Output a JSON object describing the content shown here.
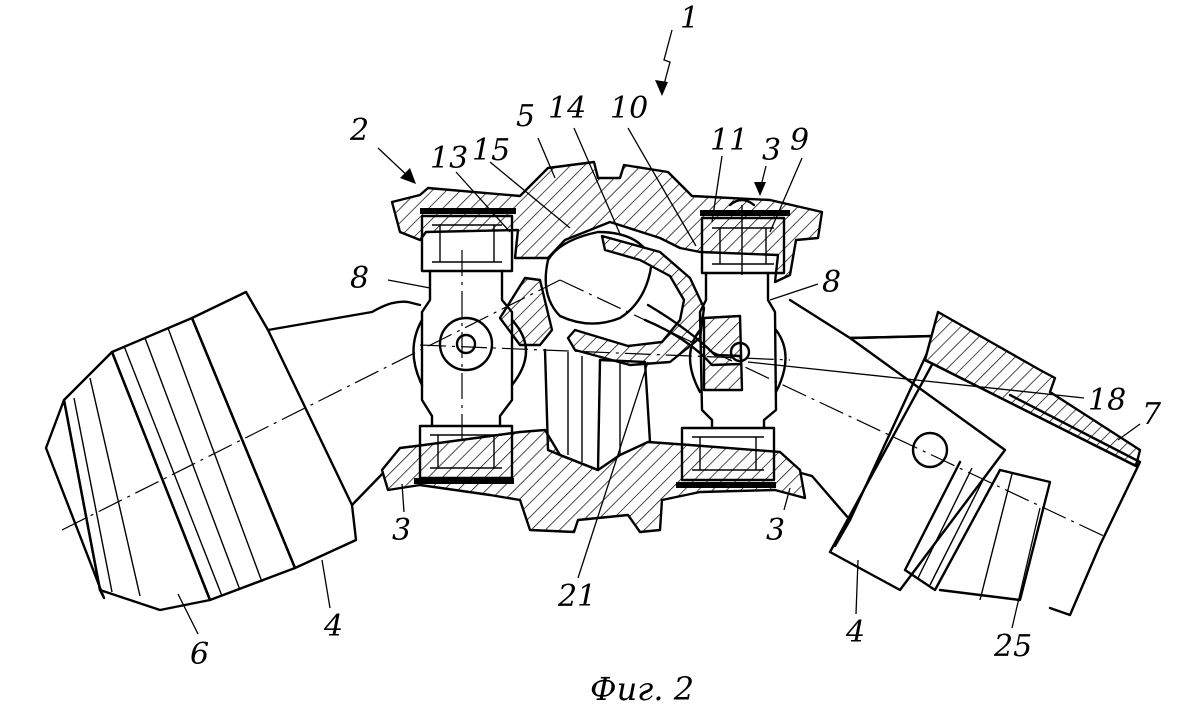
{
  "caption": "Фиг. 2",
  "labels": {
    "l1": "1",
    "l2": "2",
    "l3a": "3",
    "l3b": "3",
    "l3c": "3",
    "l4a": "4",
    "l4b": "4",
    "l5": "5",
    "l6": "6",
    "l7": "7",
    "l8a": "8",
    "l8b": "8",
    "l9": "9",
    "l10": "10",
    "l11": "11",
    "l13": "13",
    "l14": "14",
    "l15": "15",
    "l18": "18",
    "l21": "21",
    "l25": "25"
  }
}
